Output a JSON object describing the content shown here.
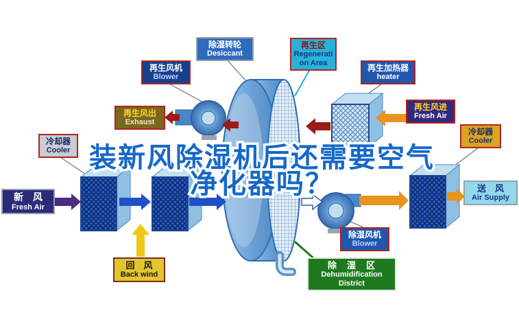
{
  "title": {
    "line1": "装新风除湿机后还需要空气",
    "line2": "净化器吗？"
  },
  "labels": {
    "regen_blower": {
      "zh": "再生风机",
      "en": "Blower"
    },
    "desiccant": {
      "zh": "除湿转轮",
      "en": "Desiccant"
    },
    "regen_area": {
      "zh": "再生区",
      "en_line1": "Regenerati",
      "en_line2": "on Area"
    },
    "regen_heater": {
      "zh": "再生加热器",
      "en": "heater"
    },
    "exhaust": {
      "zh": "再生风出",
      "en": "Exhaust"
    },
    "regen_fresh_air": {
      "zh": "再生风进",
      "en": "Fresh Air"
    },
    "cooler_left": {
      "zh": "冷却器",
      "en": "Cooler"
    },
    "cooler_right": {
      "zh": "冷却器",
      "en": "Cooler"
    },
    "fresh_air": {
      "zh": "新　风",
      "en": "Fresh Air"
    },
    "air_supply": {
      "zh": "送　风",
      "en": "Air Supply"
    },
    "back_wind": {
      "zh": "回　风",
      "en": "Back wind"
    },
    "dehum_blower": {
      "zh": "除湿风机",
      "en": "Blower"
    },
    "dehum_district": {
      "zh": "除　湿　区",
      "en_line1": "Dehumidification",
      "en_line2": "District"
    }
  },
  "colors": {
    "title_blue": "#1668c8",
    "arrow_orange": "#e8941e",
    "arrow_red": "#9e1a1a",
    "arrow_blue": "#1e50c8",
    "arrow_yellow": "#f0c814",
    "arrow_purple": "#4a2c82",
    "equipment_blue": "#7fb0dc",
    "dehum_green": "#1f7a1f"
  }
}
